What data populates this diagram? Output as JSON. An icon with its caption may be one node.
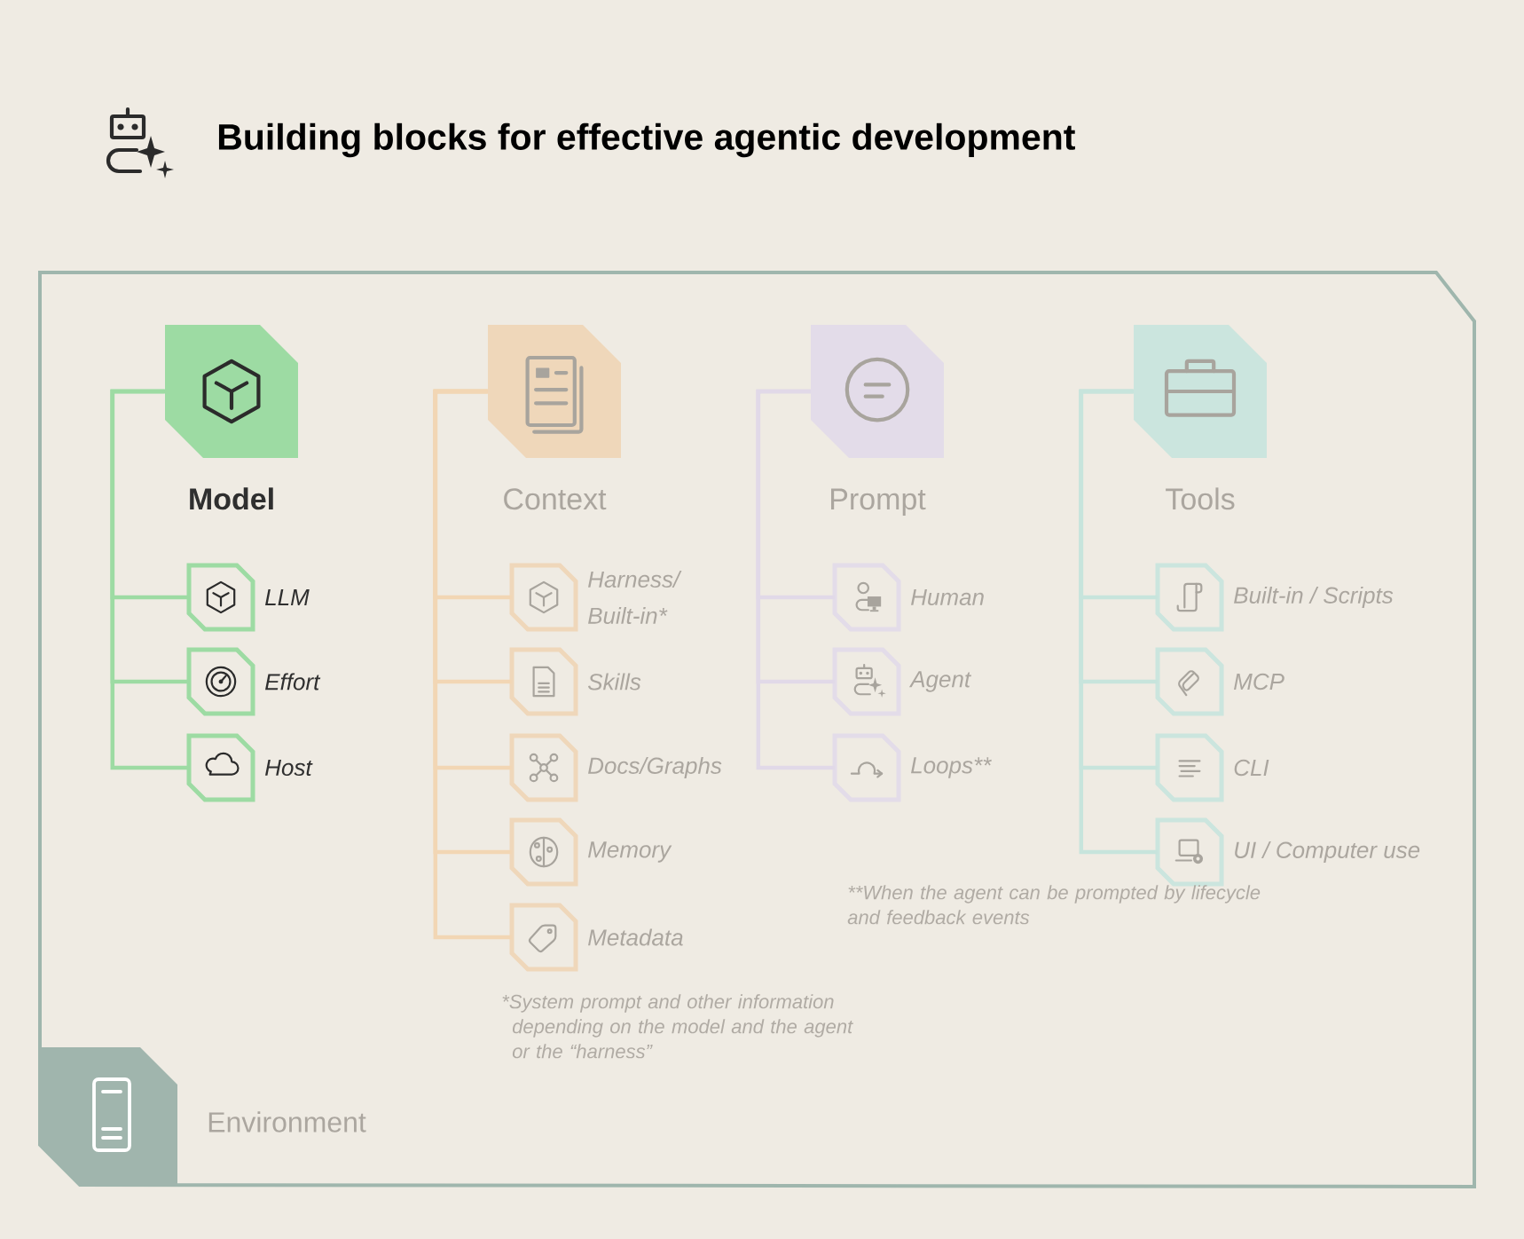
{
  "diagram": {
    "title": "Building blocks for effective agentic development",
    "nodes": [
      {
        "text": [
          "Environment"
        ]
      },
      {
        "text": [
          "Model"
        ],
        "in": 0
      },
      {
        "text": [
          "LLM"
        ],
        "in": 0
      },
      {
        "text": [
          "Effort"
        ],
        "in": 0
      },
      {
        "text": [
          "Host"
        ],
        "in": 0
      },
      {
        "text": [
          "Context"
        ],
        "in": 0
      },
      {
        "text": [
          "Harness/ Built-in*"
        ],
        "in": 0
      },
      {
        "text": [
          "Skills"
        ],
        "in": 0
      },
      {
        "text": [
          "Docs/Graphs"
        ],
        "in": 0
      },
      {
        "text": [
          "Memory"
        ],
        "in": 0
      },
      {
        "text": [
          "Metadata"
        ],
        "in": 0
      },
      {
        "text": [
          "Prompt"
        ],
        "in": 0
      },
      {
        "text": [
          "Human"
        ],
        "in": 0
      },
      {
        "text": [
          "Agent"
        ],
        "in": 0
      },
      {
        "text": [
          "Loops**"
        ],
        "in": 0
      },
      {
        "text": [
          "Tools"
        ],
        "in": 0
      },
      {
        "text": [
          "Built-in / Scripts"
        ],
        "in": 0
      },
      {
        "text": [
          "MCP"
        ],
        "in": 0
      },
      {
        "text": [
          "CLI"
        ],
        "in": 0
      },
      {
        "text": [
          "UI / Computer use"
        ],
        "in": 0
      }
    ],
    "edges": [
      {
        "from": 1,
        "to": 2,
        "arrow": "none",
        "color": "#9ddba3"
      },
      {
        "from": 1,
        "to": 3,
        "arrow": "none",
        "color": "#9ddba3"
      },
      {
        "from": 1,
        "to": 4,
        "arrow": "none",
        "color": "#9ddba3"
      },
      {
        "from": 5,
        "to": 6,
        "arrow": "none",
        "color": "#f2d6b4"
      },
      {
        "from": 5,
        "to": 7,
        "arrow": "none",
        "color": "#f2d6b4"
      },
      {
        "from": 5,
        "to": 8,
        "arrow": "none",
        "color": "#f2d6b4"
      },
      {
        "from": 5,
        "to": 9,
        "arrow": "none",
        "color": "#f2d6b4"
      },
      {
        "from": 5,
        "to": 10,
        "arrow": "none",
        "color": "#f2d6b4"
      },
      {
        "from": 11,
        "to": 12,
        "arrow": "none",
        "color": "#e1d9e8"
      },
      {
        "from": 11,
        "to": 13,
        "arrow": "none",
        "color": "#e1d9e8"
      },
      {
        "from": 11,
        "to": 14,
        "arrow": "none",
        "color": "#e1d9e8"
      },
      {
        "from": 15,
        "to": 16,
        "arrow": "none",
        "color": "#c7e4dc"
      },
      {
        "from": 15,
        "to": 17,
        "arrow": "none",
        "color": "#c7e4dc"
      },
      {
        "from": 15,
        "to": 18,
        "arrow": "none",
        "color": "#c7e4dc"
      },
      {
        "from": 15,
        "to": 19,
        "arrow": "none",
        "color": "#c7e4dc"
      }
    ],
    "labels": [
      "**When the agent can be prompted by lifecycle and feedback events",
      "*System prompt and other information depending on the model and the agent or the “harness”"
    ]
  }
}
